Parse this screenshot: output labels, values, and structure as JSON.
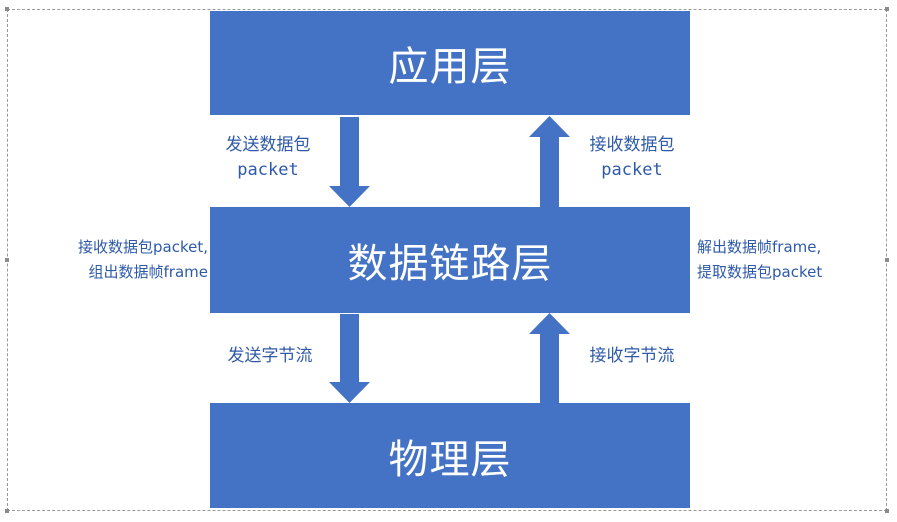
{
  "layers": {
    "application": "应用层",
    "data_link": "数据链路层",
    "physical": "物理层"
  },
  "arrows": {
    "app_to_dl": {
      "line1": "发送数据包",
      "line2": "packet",
      "direction": "down"
    },
    "dl_to_app": {
      "line1": "接收数据包",
      "line2": "packet",
      "direction": "up"
    },
    "dl_to_phy": {
      "line1": "发送字节流",
      "direction": "down"
    },
    "phy_to_dl": {
      "line1": "接收字节流",
      "direction": "up"
    }
  },
  "notes": {
    "left": {
      "line1": "接收数据包packet,",
      "line2": "组出数据帧frame"
    },
    "right": {
      "line1": "解出数据帧frame,",
      "line2": "提取数据包packet"
    }
  },
  "colors": {
    "box": "#4472c4",
    "arrow": "#4472c4",
    "text": "#2e5aa8"
  }
}
